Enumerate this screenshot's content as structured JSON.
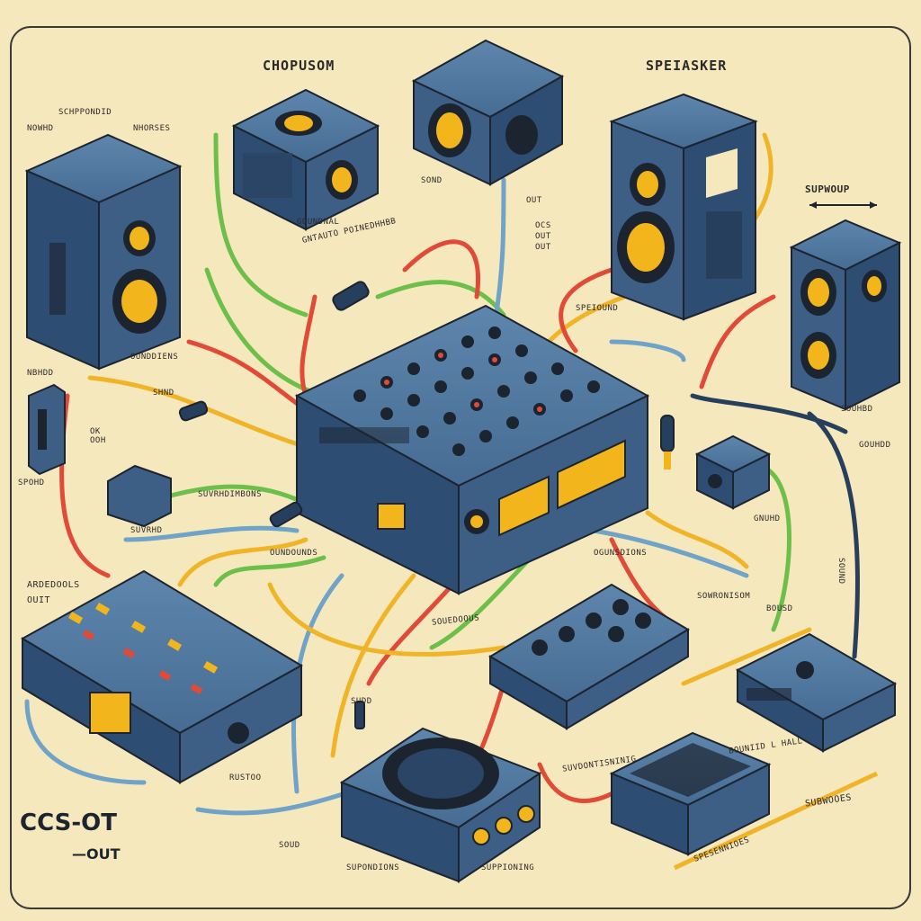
{
  "labels": {
    "top_center": "CHOPUSOM",
    "top_right": "SPEIASKER",
    "right_side": "SUPWOUP",
    "upper_left_a": "SCHPPONDID",
    "upper_left_b": "NOWHD",
    "upper_left_c": "NHORSES",
    "left_mid": "NBHDD",
    "left_ok": "OK\nOOH",
    "left_sp": "SPOHD",
    "mid_left": "OUNDDIENS",
    "mid_left2": "SHND",
    "cable_top": "GNTAUTO POINEDHHBB",
    "cable_top2": "GOUNDNAL",
    "cable_top3": "SOND",
    "cable_mid": "SUVRHD",
    "cable_mid2": "SUVRHDIMBONS",
    "cable_mid3": "OUNDOUNDS",
    "out_mid1": "OUT",
    "out_mid2": "OCS\nOUT\nOUT",
    "right_mid": "SPEIOUND",
    "right_mid2": "GNUHD",
    "right_mid3": "SOUHBD",
    "right_mid4": "GOUHDD",
    "right_mid5": "SOWRONISOM",
    "right_mid6": "BOUSD",
    "bottom_left_a": "ARDEDOOLS",
    "bottom_left_b": "OUIT",
    "bottom_left_big": "CCS-OT",
    "bottom_left_out": "—OUT",
    "bottom_small1": "RUSTOO",
    "bottom_small2": "SOUD",
    "bottom_small3": "SUDD",
    "bottom_mid1": "SUPONDIONS",
    "bottom_mid2": "SUPPIONING",
    "bottom_mid3": "SUVDONTISNINIG",
    "bottom_right1": "SOUEDOOUS",
    "bottom_right2": "OGUNSDIONS",
    "bottom_right3": "SUBWOOES",
    "bottom_right4": "SPESENNIOES",
    "bottom_right5": "BOUNIID L HALL",
    "side_vertical": "SOUND"
  },
  "colors": {
    "background": "#f6e8bd",
    "device_blue": "#3d5f86",
    "device_dark": "#263f5c",
    "speaker_yellow": "#f2b51c",
    "cable_red": "#e04a36",
    "cable_green": "#6cc04a",
    "cable_yellow": "#f0b429",
    "cable_blue": "#6fa3c7"
  }
}
